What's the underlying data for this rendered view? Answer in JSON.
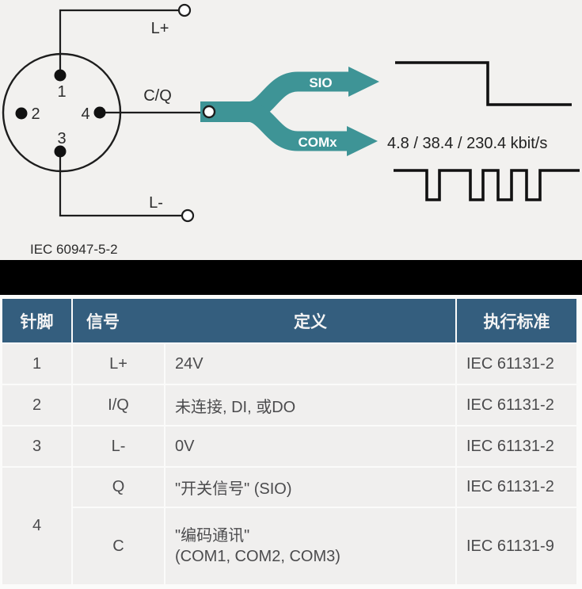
{
  "diagram": {
    "pins": {
      "p1": "1",
      "p2": "2",
      "p3": "3",
      "p4": "4"
    },
    "wire_labels": {
      "l_plus": "L+",
      "cq": "C/Q",
      "l_minus": "L-"
    },
    "arrow_labels": {
      "sio": "SIO",
      "comx": "COMx"
    },
    "baud_text": "4.8 / 38.4 / 230.4 kbit/s",
    "standard_text": "IEC 60947-5-2",
    "colors": {
      "teal_arrow": "#3e9496",
      "line": "#1d1d1d",
      "background": "#f2f1ef"
    }
  },
  "table": {
    "colors": {
      "header_bg": "#345e7e",
      "header_text": "#f4f4f4",
      "cell_bg": "#f0efee",
      "cell_text": "#4b4b4d"
    },
    "headers": [
      "针脚",
      "信号",
      "定义",
      "执行标准"
    ],
    "rows": [
      {
        "pin": "1",
        "signal": "L+",
        "definition": "24V",
        "standard": "IEC 61131-2"
      },
      {
        "pin": "2",
        "signal": "I/Q",
        "definition": "未连接, DI, 或DO",
        "standard": "IEC 61131-2"
      },
      {
        "pin": "3",
        "signal": "L-",
        "definition": "0V",
        "standard": "IEC 61131-2"
      },
      {
        "pin": "4",
        "pin_rowspan": 2,
        "signal": "Q",
        "definition": "\"开关信号\" (SIO)",
        "standard": "IEC 61131-2"
      },
      {
        "signal": "C",
        "definition": "\"编码通讯\"\n(COM1, COM2, COM3)",
        "standard": "IEC 61131-9"
      }
    ]
  }
}
